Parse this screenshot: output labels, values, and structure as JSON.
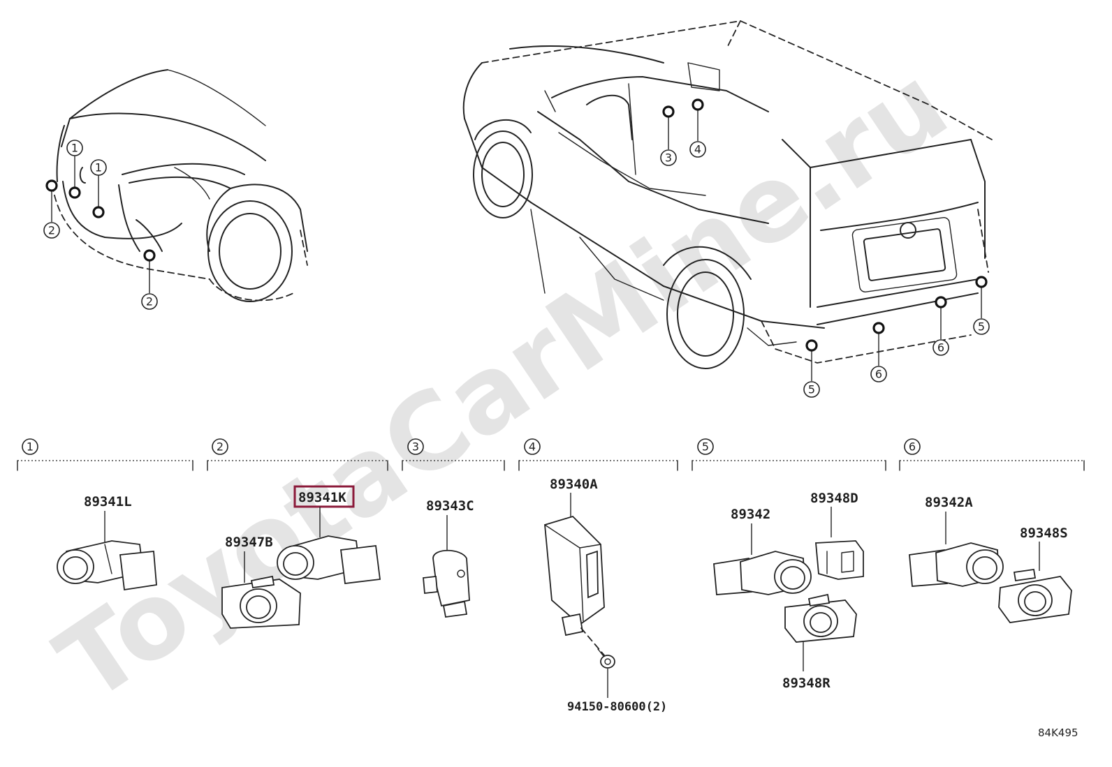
{
  "watermark": "ToyotaCarMine.ru",
  "diagram_id": "84K495",
  "callouts": {
    "c1": "1",
    "c2": "2",
    "c3": "3",
    "c4": "4",
    "c5": "5",
    "c6": "6"
  },
  "sections": [
    {
      "number": "1"
    },
    {
      "number": "2"
    },
    {
      "number": "3"
    },
    {
      "number": "4"
    },
    {
      "number": "5"
    },
    {
      "number": "6"
    }
  ],
  "parts": {
    "p89341L": "89341L",
    "p89341K": "89341K",
    "p89347B": "89347B",
    "p89343C": "89343C",
    "p89340A": "89340A",
    "p94150": "94150-80600(2)",
    "p89342": "89342",
    "p89348D": "89348D",
    "p89348R": "89348R",
    "p89342A": "89342A",
    "p89348S": "89348S"
  },
  "highlighted_part": "89341K",
  "colors": {
    "highlight": "#8b1a3a",
    "ink": "#222222",
    "watermark": "#e4e4e4"
  }
}
